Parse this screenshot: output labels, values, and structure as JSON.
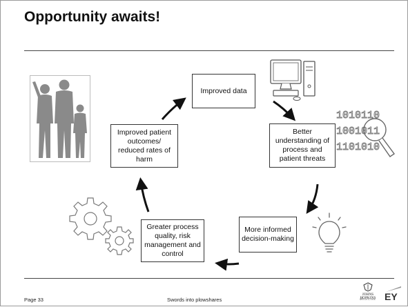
{
  "slide": {
    "title": "Opportunity awaits!",
    "cycle": [
      {
        "id": "data",
        "text": "Improved data"
      },
      {
        "id": "understanding",
        "text": "Better understanding of process and patient threats"
      },
      {
        "id": "decision",
        "text": "More informed decision-making"
      },
      {
        "id": "quality",
        "text": "Greater process quality, risk management and control"
      },
      {
        "id": "outcomes",
        "text": "Improved patient outcomes/ reduced rates of harm"
      }
    ],
    "binary_lines": [
      "1010110",
      "1001011",
      "1101010"
    ]
  },
  "footer": {
    "page": "Page 33",
    "center": "Swords into plowshares",
    "logo_jh": "JOHNS HOPKINS",
    "logo_jh_sub": "MEDICINE",
    "logo_ey": "EY"
  },
  "icons": [
    "family-silhouette",
    "computer",
    "binary-magnifier",
    "lightbulb",
    "gears"
  ]
}
